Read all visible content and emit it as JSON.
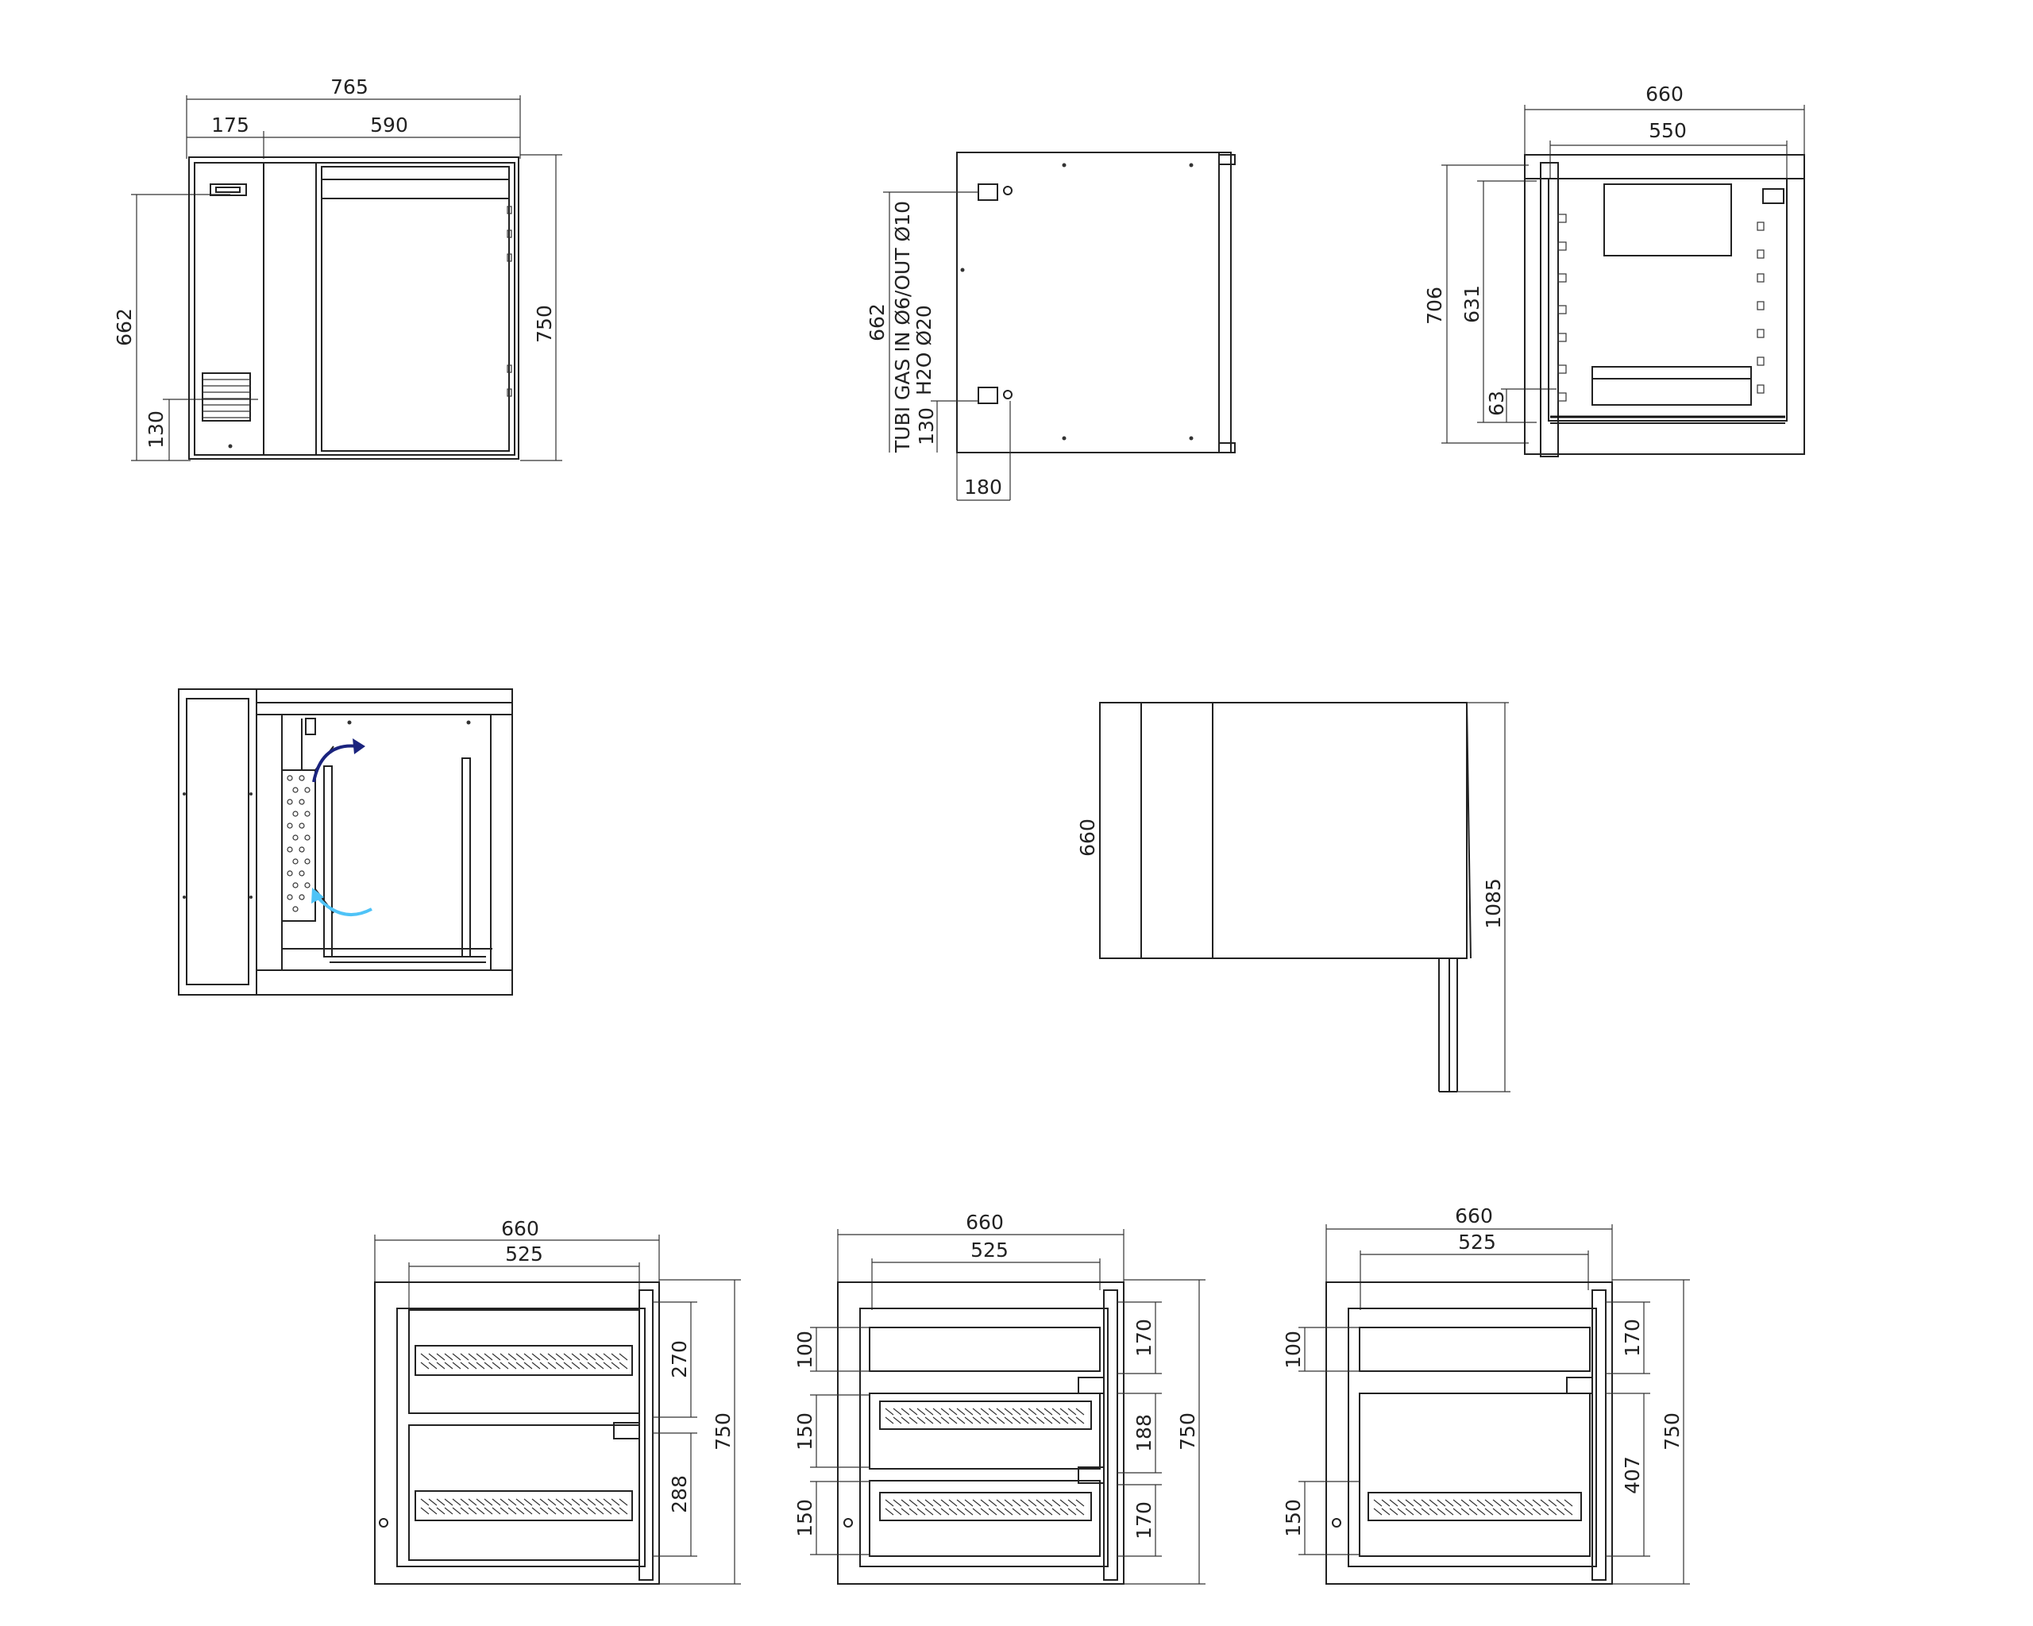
{
  "colors": {
    "line": "#222222",
    "arrow_warm": "#1a237e",
    "arrow_cool": "#4fc3f7"
  },
  "front_view": {
    "width_total": "765",
    "width_left": "175",
    "width_right": "590",
    "height_inner": "662",
    "height_total": "750",
    "height_grille": "130"
  },
  "side_view": {
    "height": "662",
    "pipe_label_1": "TUBI GAS IN Ø6/OUT Ø10",
    "pipe_label_2": "H2O Ø20",
    "pipe_height": "130",
    "pipe_offset": "180"
  },
  "section_view": {
    "width_total": "660",
    "width_inner": "550",
    "height_total": "706",
    "height_inner": "631",
    "height_base": "63"
  },
  "top_view": {
    "depth": "660",
    "depth_open": "1085"
  },
  "drawer_view_1": {
    "width_total": "660",
    "width_inner": "525",
    "drawer_top": "270",
    "drawer_bottom": "288",
    "height_total": "750"
  },
  "drawer_view_2": {
    "width_total": "660",
    "width_inner": "525",
    "drawer_1": "170",
    "drawer_2": "188",
    "drawer_3": "170",
    "height_total": "750",
    "depth_1": "100",
    "depth_2": "150",
    "depth_3": "150"
  },
  "drawer_view_3": {
    "width_total": "660",
    "width_inner": "525",
    "drawer_top": "170",
    "drawer_bottom": "407",
    "height_total": "750",
    "depth_top": "100",
    "depth_bottom": "150"
  }
}
